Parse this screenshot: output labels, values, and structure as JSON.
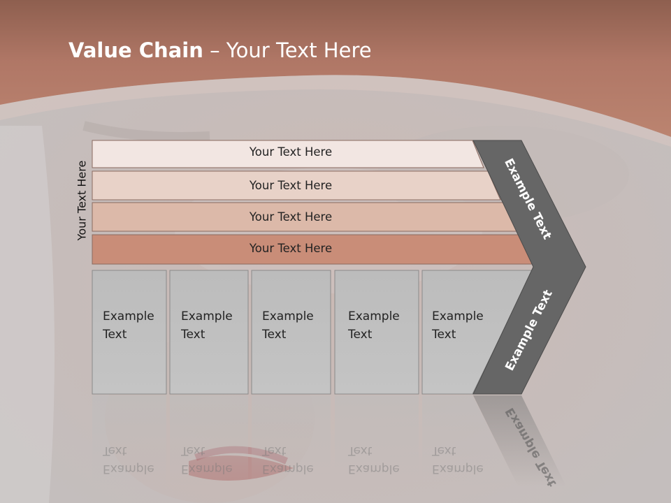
{
  "slide": {
    "title_bold": "Value Chain",
    "title_rest": " – Your Text Here",
    "side_label": "Your Text Here",
    "bars": [
      {
        "label": "Your Text Here"
      },
      {
        "label": "Your Text Here"
      },
      {
        "label": "Your Text Here"
      },
      {
        "label": "Your Text Here"
      }
    ],
    "boxes": [
      {
        "line1": "Example",
        "line2": "Text"
      },
      {
        "line1": "Example",
        "line2": "Text"
      },
      {
        "line1": "Example",
        "line2": "Text"
      },
      {
        "line1": "Example",
        "line2": "Text"
      },
      {
        "line1": "Example",
        "line2": "Text"
      }
    ],
    "chevron_top": "Example Text",
    "chevron_bottom": "Example Text"
  },
  "colors": {
    "header": "#b07766",
    "background": "#c9c4c3",
    "bar1": "#f2e6e2",
    "bar2": "#e8d2c8",
    "bar3": "#dcb9a9",
    "bar4": "#c98d78",
    "box": "#bfbfbf",
    "chevron": "#666666"
  }
}
